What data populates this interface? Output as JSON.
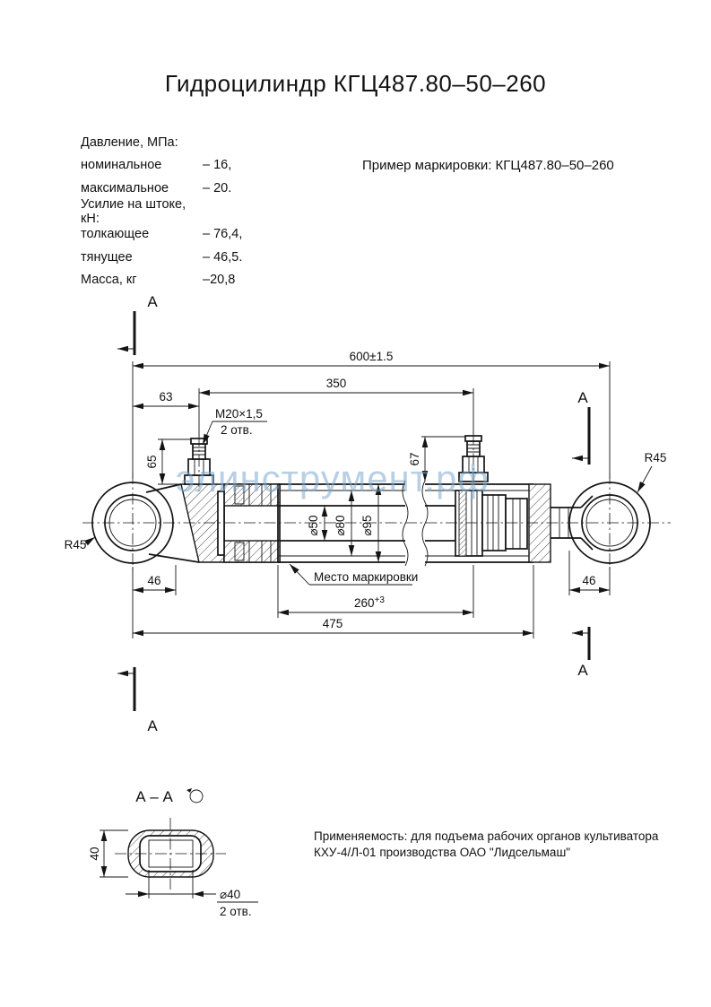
{
  "page": {
    "title": "Гидроцилиндр КГЦ487.80–50–260",
    "marking_example": "Пример маркировки: КГЦ487.80–50–260",
    "watermark": "элинструмент.рф"
  },
  "specs": {
    "rows": [
      {
        "label": "Давление, МПа:",
        "value": ""
      },
      {
        "label": "номинальное",
        "value": "– 16,"
      },
      {
        "label": "максимальное",
        "value": "– 20."
      },
      {
        "label": "Усилие на штоке, кН:",
        "value": ""
      },
      {
        "label": "толкающее",
        "value": "– 76,4,"
      },
      {
        "label": "тянущее",
        "value": "– 46,5."
      },
      {
        "label": "Масса, кг",
        "value": "–20,8"
      }
    ]
  },
  "dims": {
    "overall": "600±1.5",
    "ports_span": "350",
    "eye_to_port": "63",
    "thread": "M20×1,5",
    "thread_holes": "2 отв.",
    "port_height_left": "65",
    "port_height_right": "67",
    "rod_dia": "⌀50",
    "inner_dia": "⌀80",
    "tube_dia": "⌀95",
    "eye_radius": "R45",
    "eye_width_left": "46",
    "eye_width_right": "46",
    "stroke": "260",
    "stroke_tol": "+3",
    "base_length": "475",
    "marking_spot": "Место маркировки",
    "section_letter": "А"
  },
  "section_view": {
    "label": "А – А",
    "width_dim": "40",
    "bore_dia": "⌀40",
    "holes": "2 отв."
  },
  "application": {
    "line1": "Применяемость: для подъема рабочих органов культиватора",
    "line2": "КХУ-4/Л-01 производства ОАО \"Лидсельмаш\""
  },
  "colors": {
    "line": "#141414",
    "watermark": "#7fa9cf"
  }
}
